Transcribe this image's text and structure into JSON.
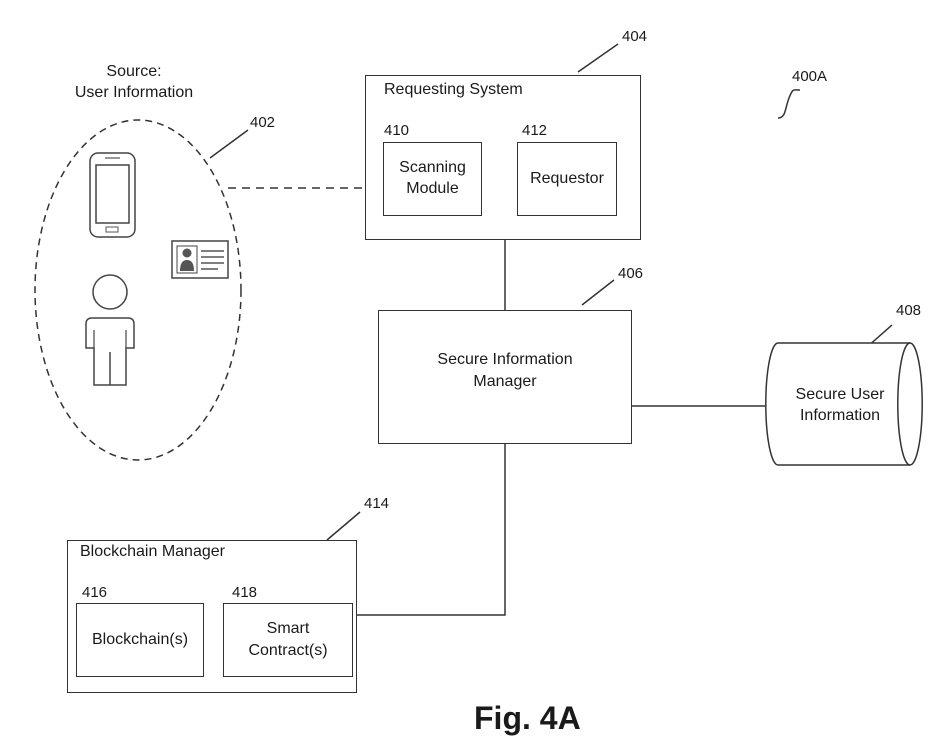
{
  "source": {
    "line1": "Source:",
    "line2": "User Information"
  },
  "refs": {
    "r400a": "400A",
    "r402": "402",
    "r404": "404",
    "r406": "406",
    "r408": "408",
    "r410": "410",
    "r412": "412",
    "r414": "414",
    "r416": "416",
    "r418": "418"
  },
  "requesting_system": {
    "title": "Requesting System",
    "scanning_line1": "Scanning",
    "scanning_line2": "Module",
    "requestor": "Requestor"
  },
  "secure_manager": {
    "line1": "Secure Information",
    "line2": "Manager"
  },
  "secure_user_info": {
    "line1": "Secure User",
    "line2": "Information"
  },
  "blockchain_manager": {
    "title": "Blockchain Manager",
    "blockchains": "Blockchain(s)",
    "smart_line1": "Smart",
    "smart_line2": "Contract(s)"
  },
  "icons": [
    "smartphone-icon",
    "id-card-icon",
    "person-icon"
  ],
  "figure_label": "Fig. 4A"
}
